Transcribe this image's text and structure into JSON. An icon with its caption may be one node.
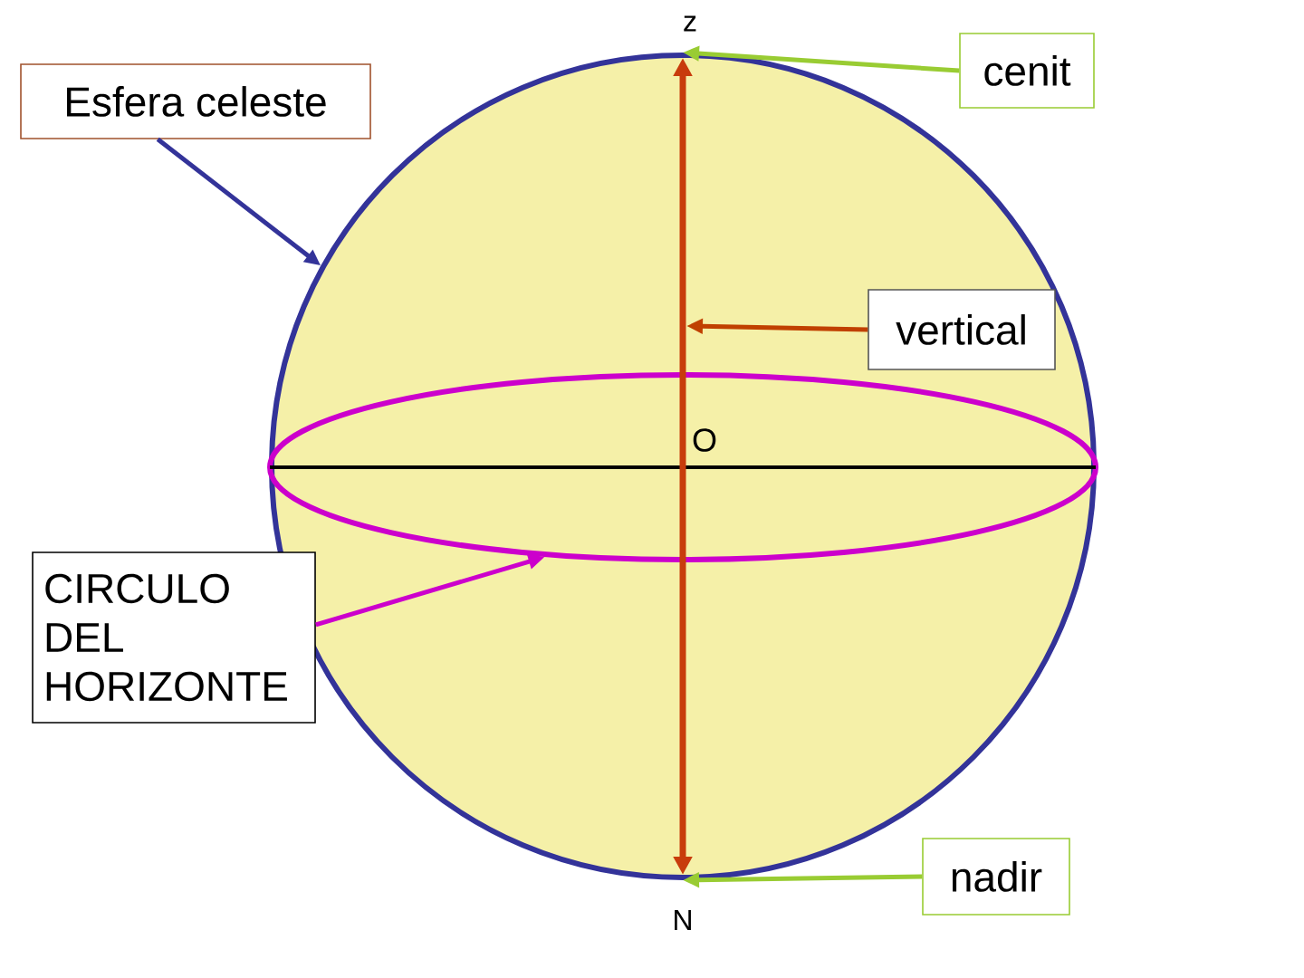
{
  "diagram": {
    "nodes": [
      {
        "text": [
          "Esfera celeste"
        ]
      },
      {
        "text": [
          "cenit"
        ]
      },
      {
        "text": [
          "vertical"
        ],
        "in": 5
      },
      {
        "text": [
          "CIRCULO DEL HORIZONTE"
        ]
      },
      {
        "text": [
          "nadir"
        ]
      },
      {
        "text": [],
        "shape": "circle"
      },
      {
        "text": [],
        "shape": "ellipse",
        "in": 5
      }
    ],
    "edges": [
      {
        "from": 0,
        "to": 5,
        "arrow": "to",
        "color": "#333399"
      },
      {
        "from": 1,
        "to": 5,
        "arrow": "to",
        "color": "#99cc33"
      },
      {
        "from": 2,
        "to": null,
        "arrow": "to",
        "color": "#c04000"
      },
      {
        "from": 3,
        "to": 6,
        "arrow": "to",
        "color": "#cc00cc"
      },
      {
        "from": 4,
        "to": 5,
        "arrow": "to",
        "color": "#99cc33"
      }
    ],
    "labels": [
      "z",
      "O",
      "N"
    ]
  }
}
